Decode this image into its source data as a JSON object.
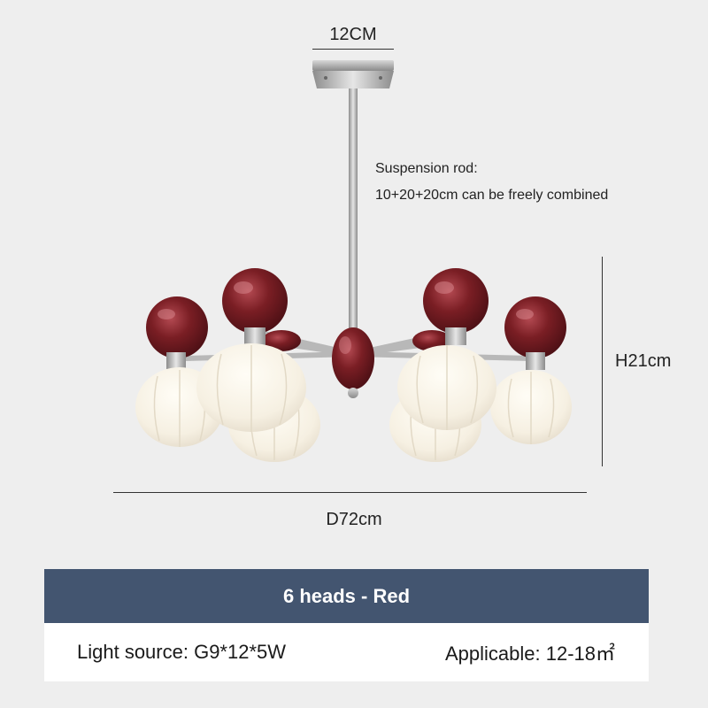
{
  "dimensions": {
    "top_width": "12CM",
    "suspension_title": "Suspension rod:",
    "suspension_detail": "10+20+20cm can be freely combined",
    "height": "H21cm",
    "diameter": "D72cm"
  },
  "variant": {
    "label": "6 heads - Red"
  },
  "specs": {
    "light_source": "Light source: G9*12*5W",
    "applicable": "Applicable: 12-18㎡"
  },
  "colors": {
    "background": "#eeeeee",
    "banner": "#435570",
    "cup_red": "#7a1e24",
    "shade": "#f6f1e6"
  }
}
